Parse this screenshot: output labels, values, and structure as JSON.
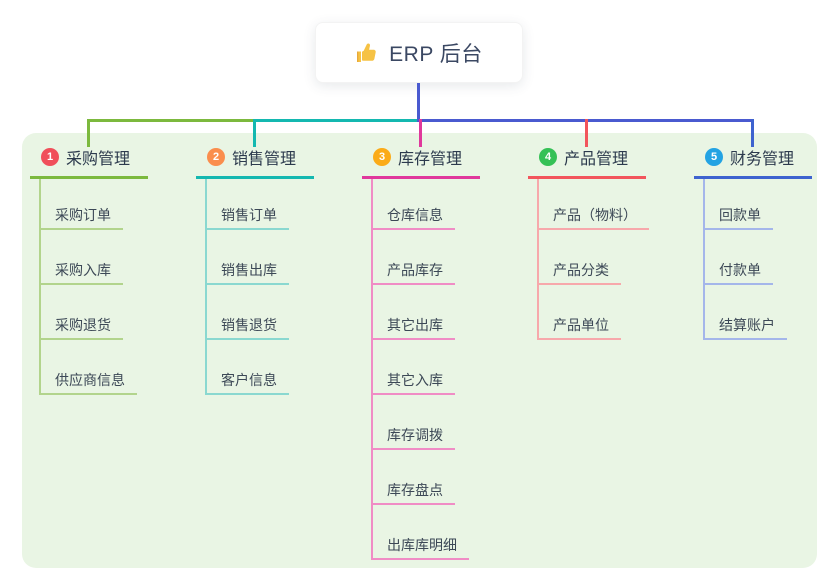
{
  "root": {
    "label": "ERP 后台",
    "icon": "thumbs-up-icon",
    "icon_color": "#f6c244",
    "line_color": "#4a5ad0",
    "text_color": "#3b4863"
  },
  "panel": {
    "background": "#e9f5e4"
  },
  "branches": [
    {
      "number": "1",
      "label": "采购管理",
      "badge_color": "#f04f5a",
      "line_color": "#7cb93e",
      "child_line_color": "#b2d48c",
      "children": [
        "采购订单",
        "采购入库",
        "采购退货",
        "供应商信息"
      ]
    },
    {
      "number": "2",
      "label": "销售管理",
      "badge_color": "#fa8e4d",
      "line_color": "#14b8b0",
      "child_line_color": "#8ad8d0",
      "children": [
        "销售订单",
        "销售出库",
        "销售退货",
        "客户信息"
      ]
    },
    {
      "number": "3",
      "label": "库存管理",
      "badge_color": "#fbab18",
      "line_color": "#e0389c",
      "child_line_color": "#f08cc5",
      "children": [
        "仓库信息",
        "产品库存",
        "其它出库",
        "其它入库",
        "库存调拨",
        "库存盘点",
        "出库库明细"
      ]
    },
    {
      "number": "4",
      "label": "产品管理",
      "badge_color": "#35c156",
      "line_color": "#f2555c",
      "child_line_color": "#f7a8ab",
      "children": [
        "产品（物料）",
        "产品分类",
        "产品单位"
      ]
    },
    {
      "number": "5",
      "label": "财务管理",
      "badge_color": "#23a3e3",
      "line_color": "#3e63cf",
      "child_line_color": "#a4b6ea",
      "children": [
        "回款单",
        "付款单",
        "结算账户"
      ]
    }
  ]
}
